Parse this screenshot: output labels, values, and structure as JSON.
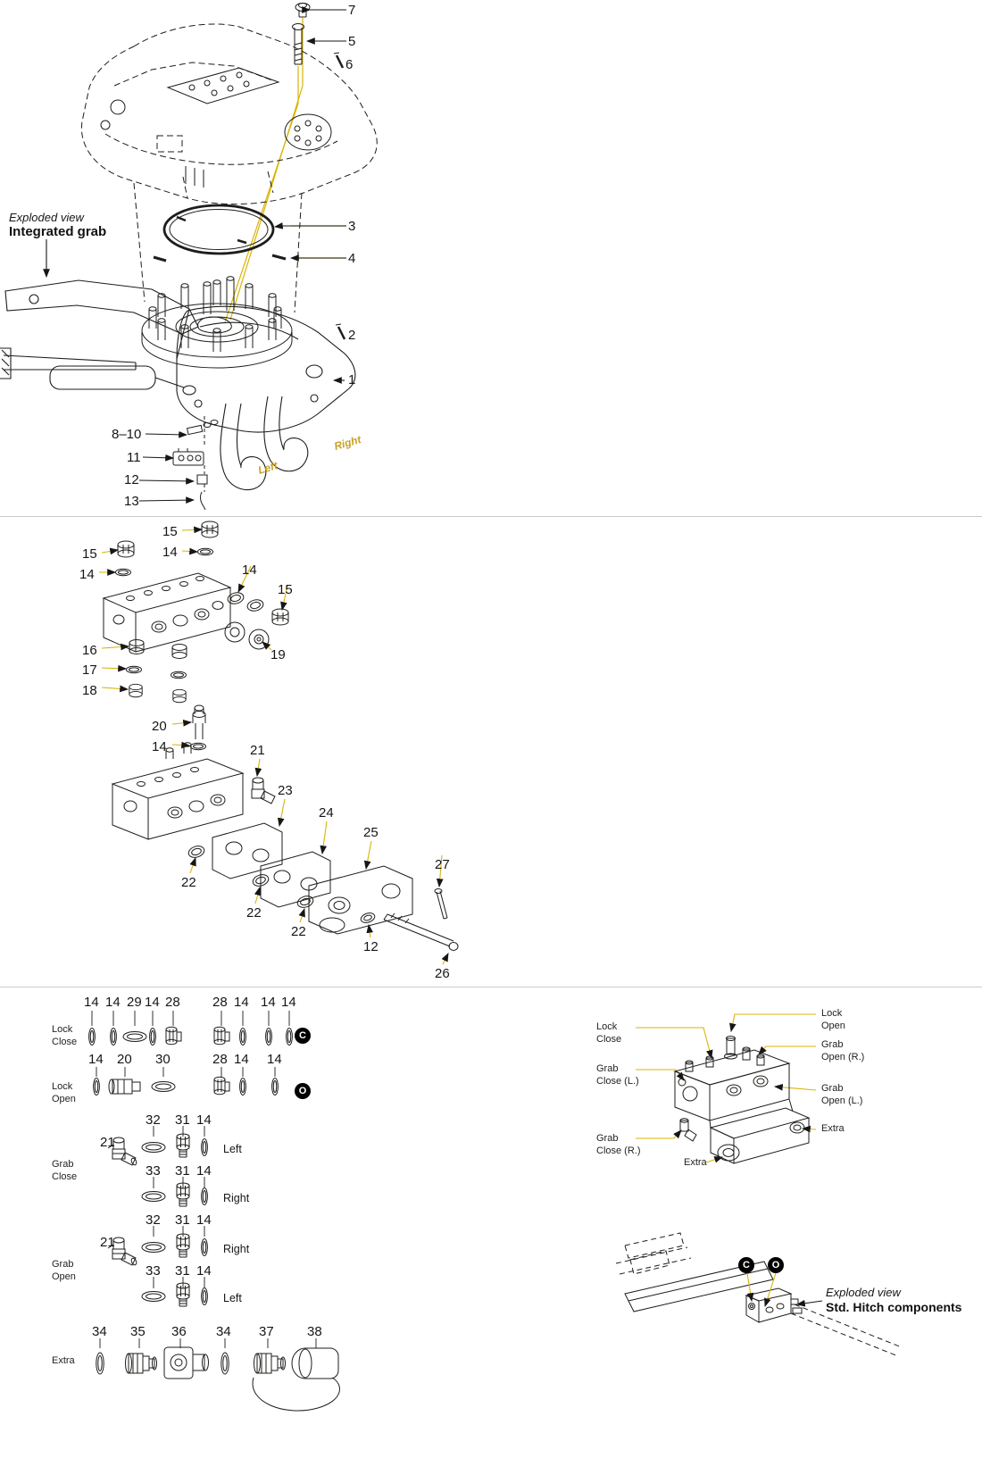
{
  "colors": {
    "line": "#1d1d1b",
    "leader": "#d9b406",
    "orientation_text": "#c9a227",
    "badge_bg": "#000000",
    "badge_text": "#ffffff",
    "divider": "#cbcbcb"
  },
  "top": {
    "exploded_view_label": "Exploded view",
    "title": "Integrated grab",
    "orientation_right": "Right",
    "orientation_left": "Left",
    "callouts": {
      "n7": "7",
      "n5": "5",
      "n6": "6",
      "n3": "3",
      "n4": "4",
      "n2": "2",
      "n1": "1",
      "n8_10": "8–10",
      "n11": "11",
      "n12": "12",
      "n13": "13"
    }
  },
  "middle": {
    "callouts": {
      "n15_a": "15",
      "n14_a": "14",
      "n15_b": "15",
      "n14_b": "14",
      "n14_c": "14",
      "n15_c": "15",
      "n16": "16",
      "n17": "17",
      "n18": "18",
      "n19": "19",
      "n20": "20",
      "n14_d": "14",
      "n21": "21",
      "n22_a": "22",
      "n22_b": "22",
      "n22_c": "22",
      "n23": "23",
      "n24": "24",
      "n25": "25",
      "n12": "12",
      "n26": "26",
      "n27": "27"
    }
  },
  "bottom_left": {
    "lock_close": {
      "label_1": "Lock",
      "label_2": "Close",
      "badge": "C",
      "numbers": [
        "14",
        "14",
        "29",
        "14",
        "28",
        "28",
        "14",
        "14",
        "14"
      ]
    },
    "lock_open": {
      "label_1": "Lock",
      "label_2": "Open",
      "badge": "O",
      "numbers": [
        "14",
        "20",
        "30",
        "28",
        "14",
        "14"
      ]
    },
    "grab_close": {
      "label_1": "Grab",
      "label_2": "Close",
      "n21": "21",
      "row_a": {
        "numbers": [
          "32",
          "31",
          "14"
        ],
        "side": "Left"
      },
      "row_b": {
        "numbers": [
          "33",
          "31",
          "14"
        ],
        "side": "Right"
      }
    },
    "grab_open": {
      "label_1": "Grab",
      "label_2": "Open",
      "n21": "21",
      "row_a": {
        "numbers": [
          "32",
          "31",
          "14"
        ],
        "side": "Right"
      },
      "row_b": {
        "numbers": [
          "33",
          "31",
          "14"
        ],
        "side": "Left"
      }
    },
    "extra": {
      "label": "Extra",
      "numbers": [
        "34",
        "35",
        "36",
        "34",
        "37",
        "38"
      ]
    }
  },
  "bottom_right": {
    "labels": {
      "lock_open_1": "Lock",
      "lock_open_2": "Open",
      "lock_close_1": "Lock",
      "lock_close_2": "Close",
      "grab_open_r_1": "Grab",
      "grab_open_r_2": "Open (R.)",
      "grab_close_l_1": "Grab",
      "grab_close_l_2": "Close (L.)",
      "grab_open_l_1": "Grab",
      "grab_open_l_2": "Open (L.)",
      "grab_close_r_1": "Grab",
      "grab_close_r_2": "Close (R.)",
      "extra_right": "Extra",
      "extra_bottom": "Extra"
    },
    "badge_close": "C",
    "badge_open": "O",
    "exploded_view_label": "Exploded view",
    "title": "Std. Hitch components"
  }
}
